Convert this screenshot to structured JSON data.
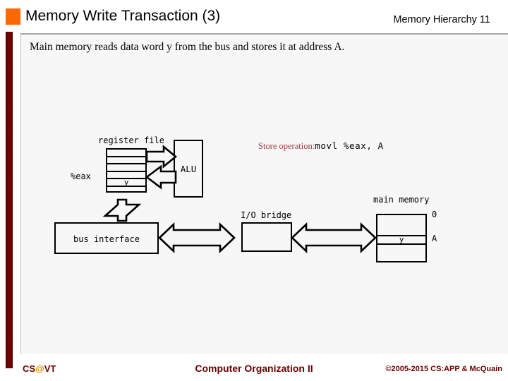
{
  "slide": {
    "title": "Memory Write Transaction (3)",
    "header_right": "Memory Hierarchy 11",
    "body_text": "Main memory reads data word y from the bus and stores it at address A.",
    "accent_color": "#FA6800",
    "sidebar_color": "#6B0000",
    "panel_bg": "#F7F7F7"
  },
  "diagram": {
    "register_file": {
      "label": "register file",
      "register_name": "%eax",
      "cell_value": "y",
      "rows": 6,
      "value_row_index": 4
    },
    "alu": {
      "label": "ALU"
    },
    "bus_interface": {
      "label": "bus interface"
    },
    "io_bridge": {
      "label": "I/O bridge"
    },
    "main_memory": {
      "label": "main memory",
      "addr_top": "0",
      "addr_mark": "A",
      "cell_value": "y"
    },
    "store_operation": {
      "lead": "Store operation:",
      "code": "movl %eax, A",
      "lead_color": "#A03A46",
      "code_color": "#000000"
    }
  },
  "footer": {
    "logo_prefix": "CS",
    "logo_at": "@",
    "logo_suffix": "VT",
    "center": "Computer Organization II",
    "right": "©2005-2015 CS:APP & McQuain",
    "color": "#6B0000",
    "at_color": "#E8820C"
  }
}
